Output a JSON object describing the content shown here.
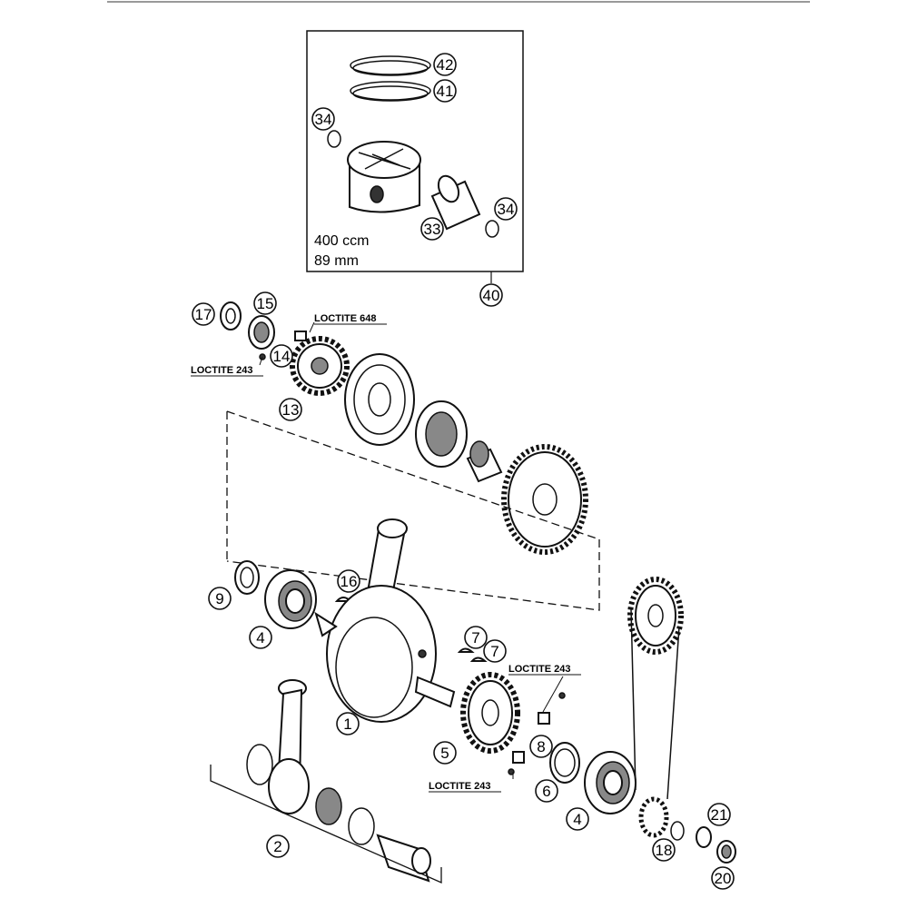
{
  "diagram": {
    "callouts": {
      "c42": "42",
      "c41": "41",
      "c34a": "34",
      "c34b": "34",
      "c33": "33",
      "c40": "40",
      "c17": "17",
      "c15": "15",
      "c14": "14",
      "c13": "13",
      "c16": "16",
      "c9": "9",
      "c4a": "4",
      "c1": "1",
      "c2": "2",
      "c7a": "7",
      "c7b": "7",
      "c5": "5",
      "c8": "8",
      "c6": "6",
      "c4b": "4",
      "c18": "18",
      "c21": "21",
      "c20": "20"
    },
    "notes": {
      "loctite_648": "LOCTITE 648",
      "loctite_243_a": "LOCTITE 243",
      "loctite_243_b": "LOCTITE 243",
      "loctite_243_c": "LOCTITE 243"
    },
    "piston_spec": {
      "displacement": "400 ccm",
      "bore": "89 mm"
    }
  }
}
